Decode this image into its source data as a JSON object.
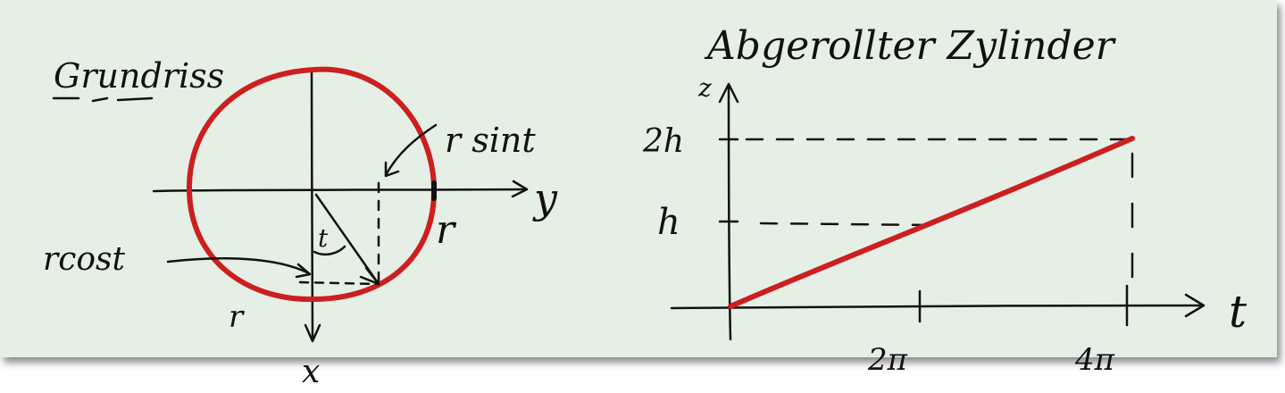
{
  "colors": {
    "background": "#e6efe6",
    "ink": "#111111",
    "highlight": "#cc1f1f"
  },
  "left": {
    "title": "Grundriss",
    "label_rsint": "r sint",
    "label_rcost": "rcost",
    "label_t": "t",
    "label_r_right": "r",
    "label_r_bottom": "r",
    "axis_y": "y",
    "axis_x": "x"
  },
  "right": {
    "title": "Abgerollter Zylinder",
    "axis_z": "z",
    "axis_t": "t",
    "tick_2h": "2h",
    "tick_h": "h",
    "tick_2pi": "2π",
    "tick_4pi": "4π"
  }
}
